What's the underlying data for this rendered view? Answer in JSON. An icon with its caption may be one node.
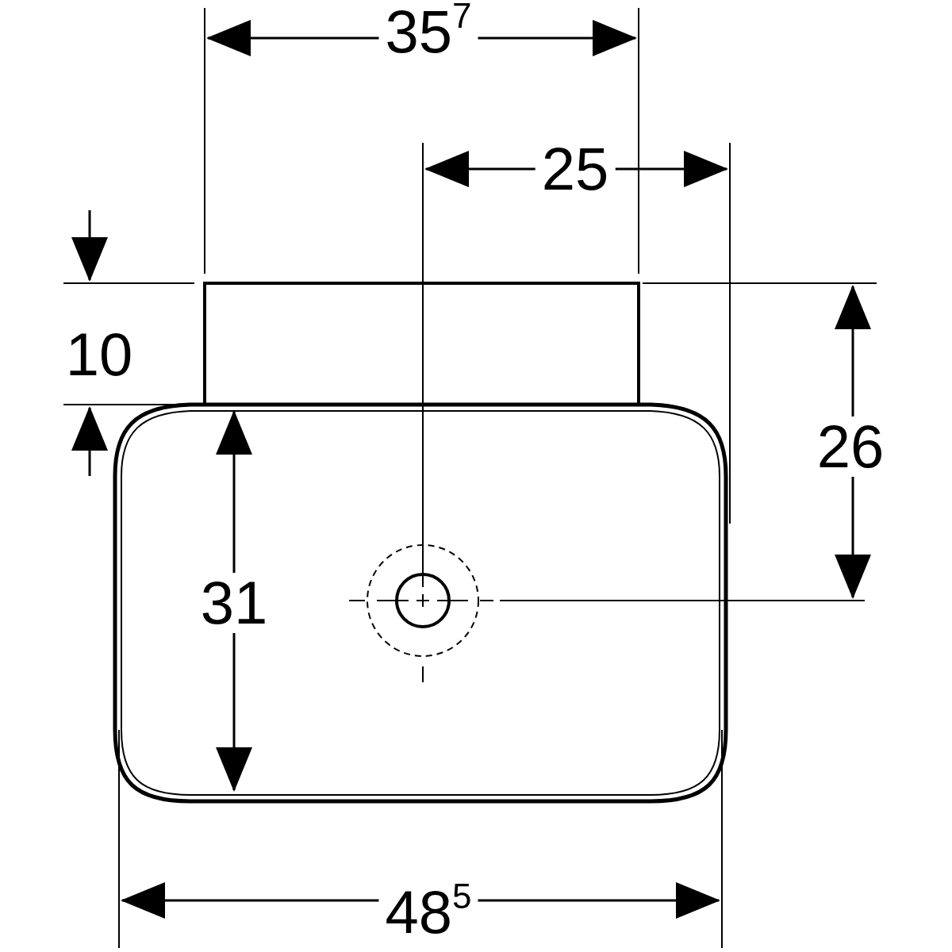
{
  "diagram": {
    "labels": [
      "35$^{7}$",
      "25",
      "10",
      "26",
      "31",
      "48$^{5}$"
    ]
  }
}
